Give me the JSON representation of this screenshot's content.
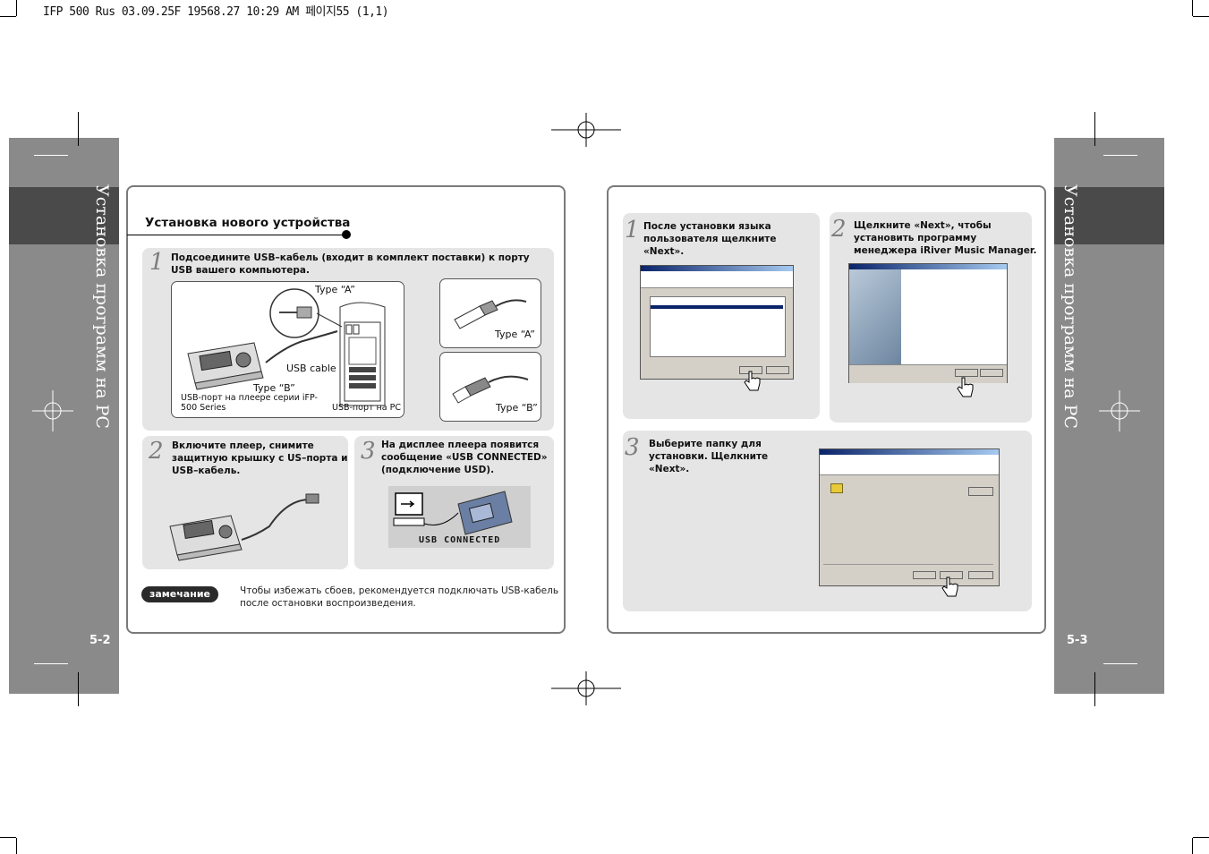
{
  "print_line": "IFP 500 Rus 03.09.25F  19568.27 10:29 AM 페이지55 (1,1)",
  "sidebar": {
    "title": "Установка программ на PC"
  },
  "left_page": {
    "page_number": "5-2",
    "heading": "Установка нового устройства",
    "step1": {
      "number": "1",
      "text_line1": "Подсоедините USB–кабель (входит в комплект поставки) к порту",
      "text_line2": "USB вашего компьютера.",
      "labels": {
        "type_a": "Type “A”",
        "usb_cable": "USB cable",
        "type_b": "Type “B”",
        "player_port_line1": "USB-порт на плеере серии iFP-",
        "player_port_line2": "500 Series",
        "pc_port": "USB-порт на PC",
        "plug_a": "Type “A”",
        "plug_b": "Type “B”"
      }
    },
    "step2": {
      "number": "2",
      "line1": "Включите плеер, снимите",
      "line2": "защитную крышку с US–порта и",
      "line3": "USB–кабель."
    },
    "step3": {
      "number": "3",
      "line1": "На дисплее плеера появится",
      "line2": "сообщение «USB CONNECTED»",
      "line3": "(подключение USD).",
      "lcd_text": "USB CONNECTED"
    },
    "note": {
      "badge": "замечание",
      "line1": "Чтобы избежать сбоев, рекомендуется  подключать USB-кабель",
      "line2": "после остановки воспроизведения."
    }
  },
  "right_page": {
    "page_number": "5-3",
    "step1": {
      "number": "1",
      "line1": "После установки языка",
      "line2": "пользователя щелкните",
      "line3": "«Next»."
    },
    "step2": {
      "number": "2",
      "line1": "Щелкните «Next», чтобы",
      "line2": "установить  программу",
      "line3": "менеджера iRiver Music Manager."
    },
    "step3": {
      "number": "3",
      "line1": "Выберите папку для",
      "line2": "установки. Щелкните",
      "line3": "«Next»."
    }
  }
}
